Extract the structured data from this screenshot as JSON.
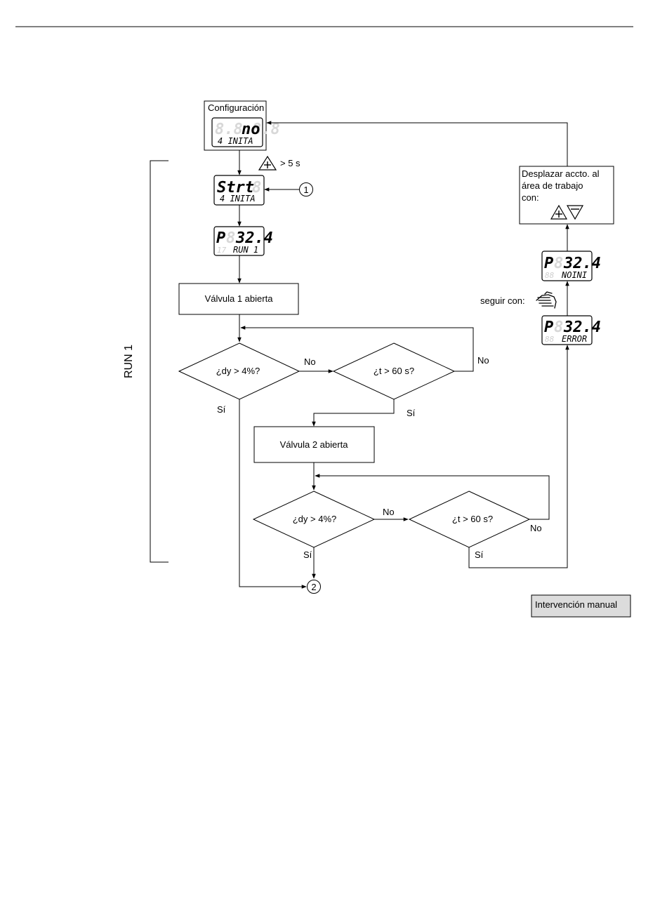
{
  "configuracion": {
    "title": "Configuración",
    "display_top_dim": "8.8.8.8",
    "display_top": "no",
    "display_bottom": "4 INITA"
  },
  "key_plus_label": "> 5 s",
  "strt": {
    "display_top": "Strt",
    "display_top_dim": "8",
    "display_bottom": "4 INITA",
    "connector": "1"
  },
  "run1_display": {
    "display_top": "P",
    "display_top_dim": "8",
    "display_top_value": "32.4",
    "display_bottom_prefix": "17",
    "display_bottom": "RUN 1"
  },
  "valvula1": "Válvula 1 abierta",
  "decision1": {
    "text": "¿dy > 4%?",
    "no": "No",
    "si": "Sí"
  },
  "decision2": {
    "text": "¿t > 60 s?",
    "no": "No",
    "si": "Sí"
  },
  "valvula2": "Válvula 2 abierta",
  "decision3": {
    "text": "¿dy > 4%?",
    "no": "No",
    "si": "Sí"
  },
  "decision4": {
    "text": "¿t > 60 s?",
    "no": "No",
    "si": "Sí"
  },
  "connector2": "2",
  "run_label": "RUN 1",
  "desplazar": {
    "line1": "Desplazar accto. al",
    "line2": "área de trabajo",
    "line3": "con:"
  },
  "noini_display": {
    "display_top": "P",
    "display_top_dim": "8",
    "display_top_value": "32.4",
    "display_bottom_dim": "88",
    "display_bottom": "NOINI"
  },
  "seguir_con": "seguir con:",
  "error_display": {
    "display_top": "P",
    "display_top_dim": "8",
    "display_top_value": "32.4",
    "display_bottom_dim": "88",
    "display_bottom": "ERROR"
  },
  "legend": "Intervención manual"
}
